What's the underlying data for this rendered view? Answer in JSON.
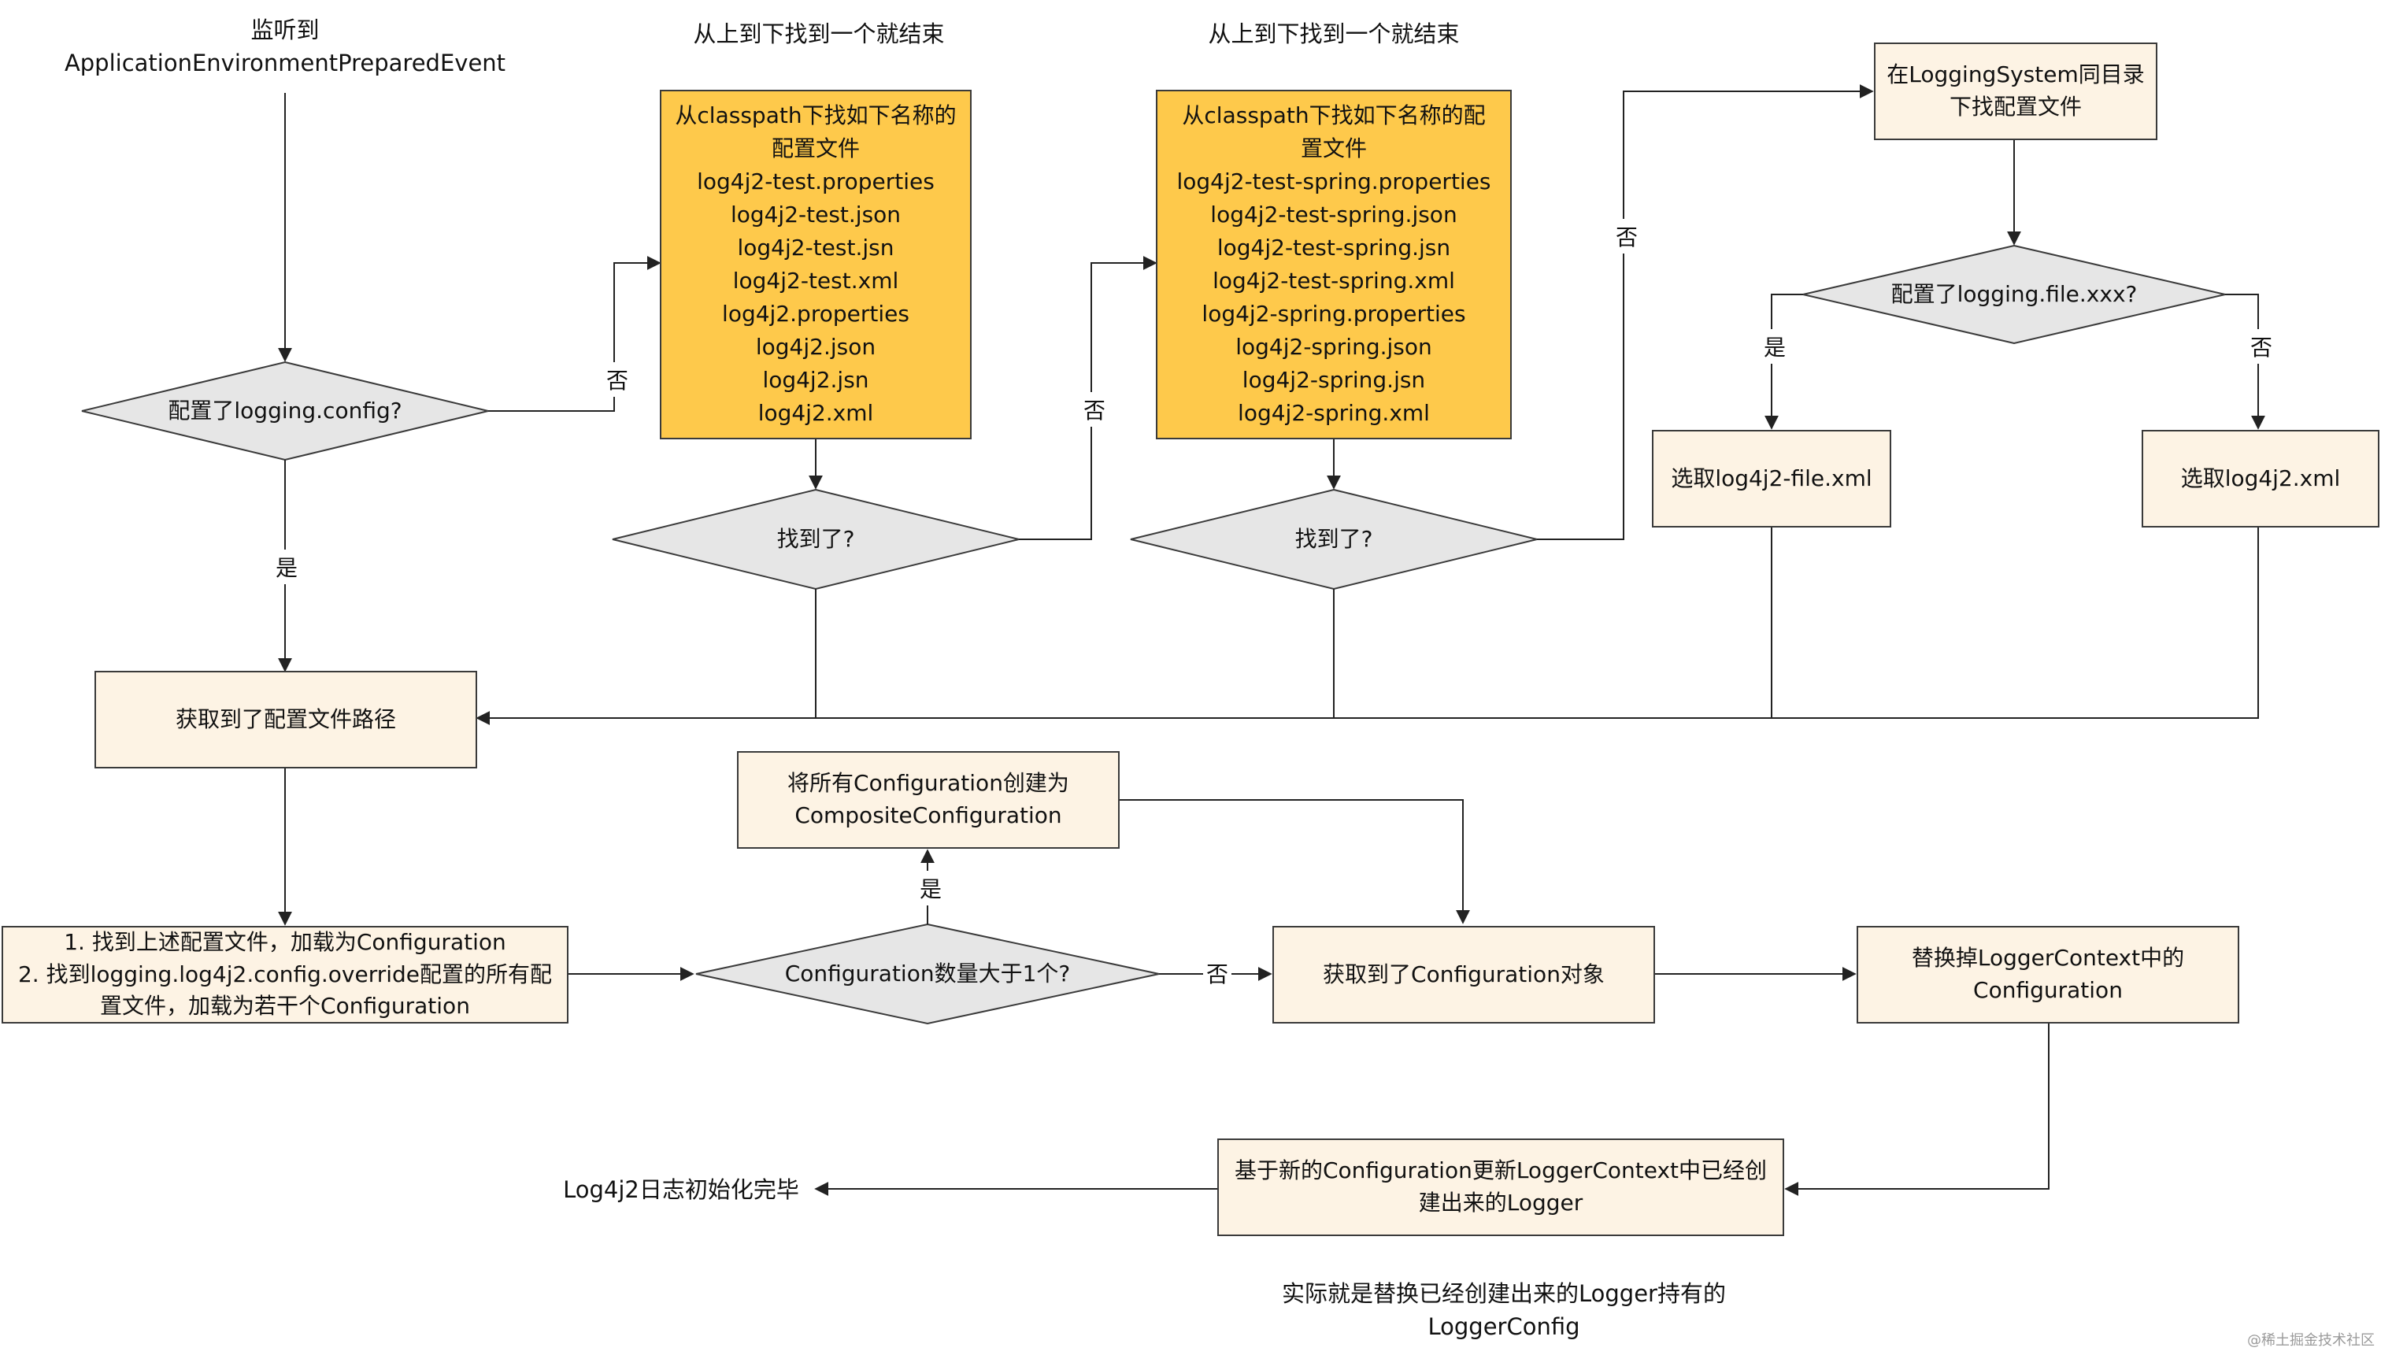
{
  "nodes": {
    "start_label": [
      "监听到",
      "ApplicationEnvironmentPreparedEvent"
    ],
    "decision_config": "配置了logging.config?",
    "note_1": "从上到下找到一个就结束",
    "note_2": "从上到下找到一个就结束",
    "box_classpath_1": [
      "从classpath下找如下名称的",
      "配置文件",
      "log4j2-test.properties",
      "log4j2-test.json",
      "log4j2-test.jsn",
      "log4j2-test.xml",
      "log4j2.properties",
      "log4j2.json",
      "log4j2.jsn",
      "log4j2.xml"
    ],
    "box_classpath_2": [
      "从classpath下找如下名称的配",
      "置文件",
      "log4j2-test-spring.properties",
      "log4j2-test-spring.json",
      "log4j2-test-spring.jsn",
      "log4j2-test-spring.xml",
      "log4j2-spring.properties",
      "log4j2-spring.json",
      "log4j2-spring.jsn",
      "log4j2-spring.xml"
    ],
    "decision_found_1": "找到了?",
    "decision_found_2": "找到了?",
    "box_logging_system": [
      "在LoggingSystem同目录",
      "下找配置文件"
    ],
    "decision_logging_file": "配置了logging.file.xxx?",
    "box_select_file": "选取log4j2-file.xml",
    "box_select_default": "选取log4j2.xml",
    "box_get_path": "获取到了配置文件路径",
    "box_composite": [
      "将所有Configuration创建为",
      "CompositeConfiguration"
    ],
    "box_load": [
      "1. 找到上述配置文件，加载为Configuration",
      "2. 找到logging.log4j2.config.override配置的所有配",
      "置文件，加载为若干个Configuration"
    ],
    "decision_count": "Configuration数量大于1个?",
    "box_got_config": "获取到了Configuration对象",
    "box_replace": [
      "替换掉LoggerContext中的",
      "Configuration"
    ],
    "box_update": [
      "基于新的Configuration更新LoggerContext中已经创",
      "建出来的Logger"
    ],
    "end_label": "Log4j2日志初始化完毕",
    "note_bottom": [
      "实际就是替换已经创建出来的Logger持有的",
      "LoggerConfig"
    ],
    "watermark": "@稀土掘金技术社区"
  },
  "edge_labels": {
    "no": "否",
    "yes": "是"
  },
  "colors": {
    "box_fill": "#fdf3e4",
    "yellow_fill": "#fec94b",
    "diamond_fill": "#e6e6e6",
    "stroke": "#3a3a3a"
  }
}
